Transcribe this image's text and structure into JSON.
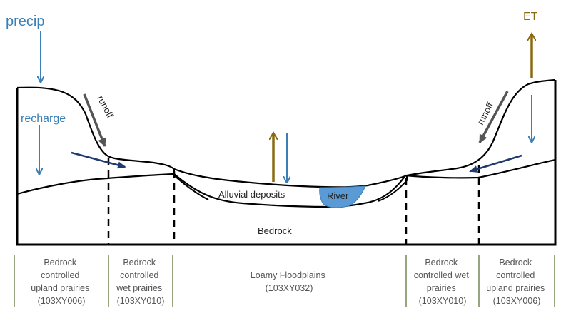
{
  "labels": {
    "precip": "precip",
    "recharge": "recharge",
    "runoff_left": "runoff",
    "runoff_right": "runoff",
    "et": "ET",
    "alluvial": "Alluvial deposits",
    "river": "River",
    "bedrock": "Bedrock"
  },
  "zones": [
    {
      "lines": [
        "Bedrock",
        "controlled",
        "upland prairies",
        "(103XY006)"
      ]
    },
    {
      "lines": [
        "Bedrock",
        "controlled",
        "wet prairies",
        "(103XY010)"
      ]
    },
    {
      "lines": [
        "Loamy Floodplains",
        "(103XY032)"
      ]
    },
    {
      "lines": [
        "Bedrock",
        "controlled wet",
        "prairies",
        "(103XY010)"
      ]
    },
    {
      "lines": [
        "Bedrock",
        "controlled",
        "upland prairies",
        "(103XY006)"
      ]
    }
  ],
  "colors": {
    "water_blue": "#3a7fb5",
    "et_gold": "#8a6a10",
    "runoff_gray": "#555555",
    "groundwater_navy": "#1f3a6e",
    "river_fill": "#5b9bd5",
    "zone_divider": "#4f6a2a"
  }
}
